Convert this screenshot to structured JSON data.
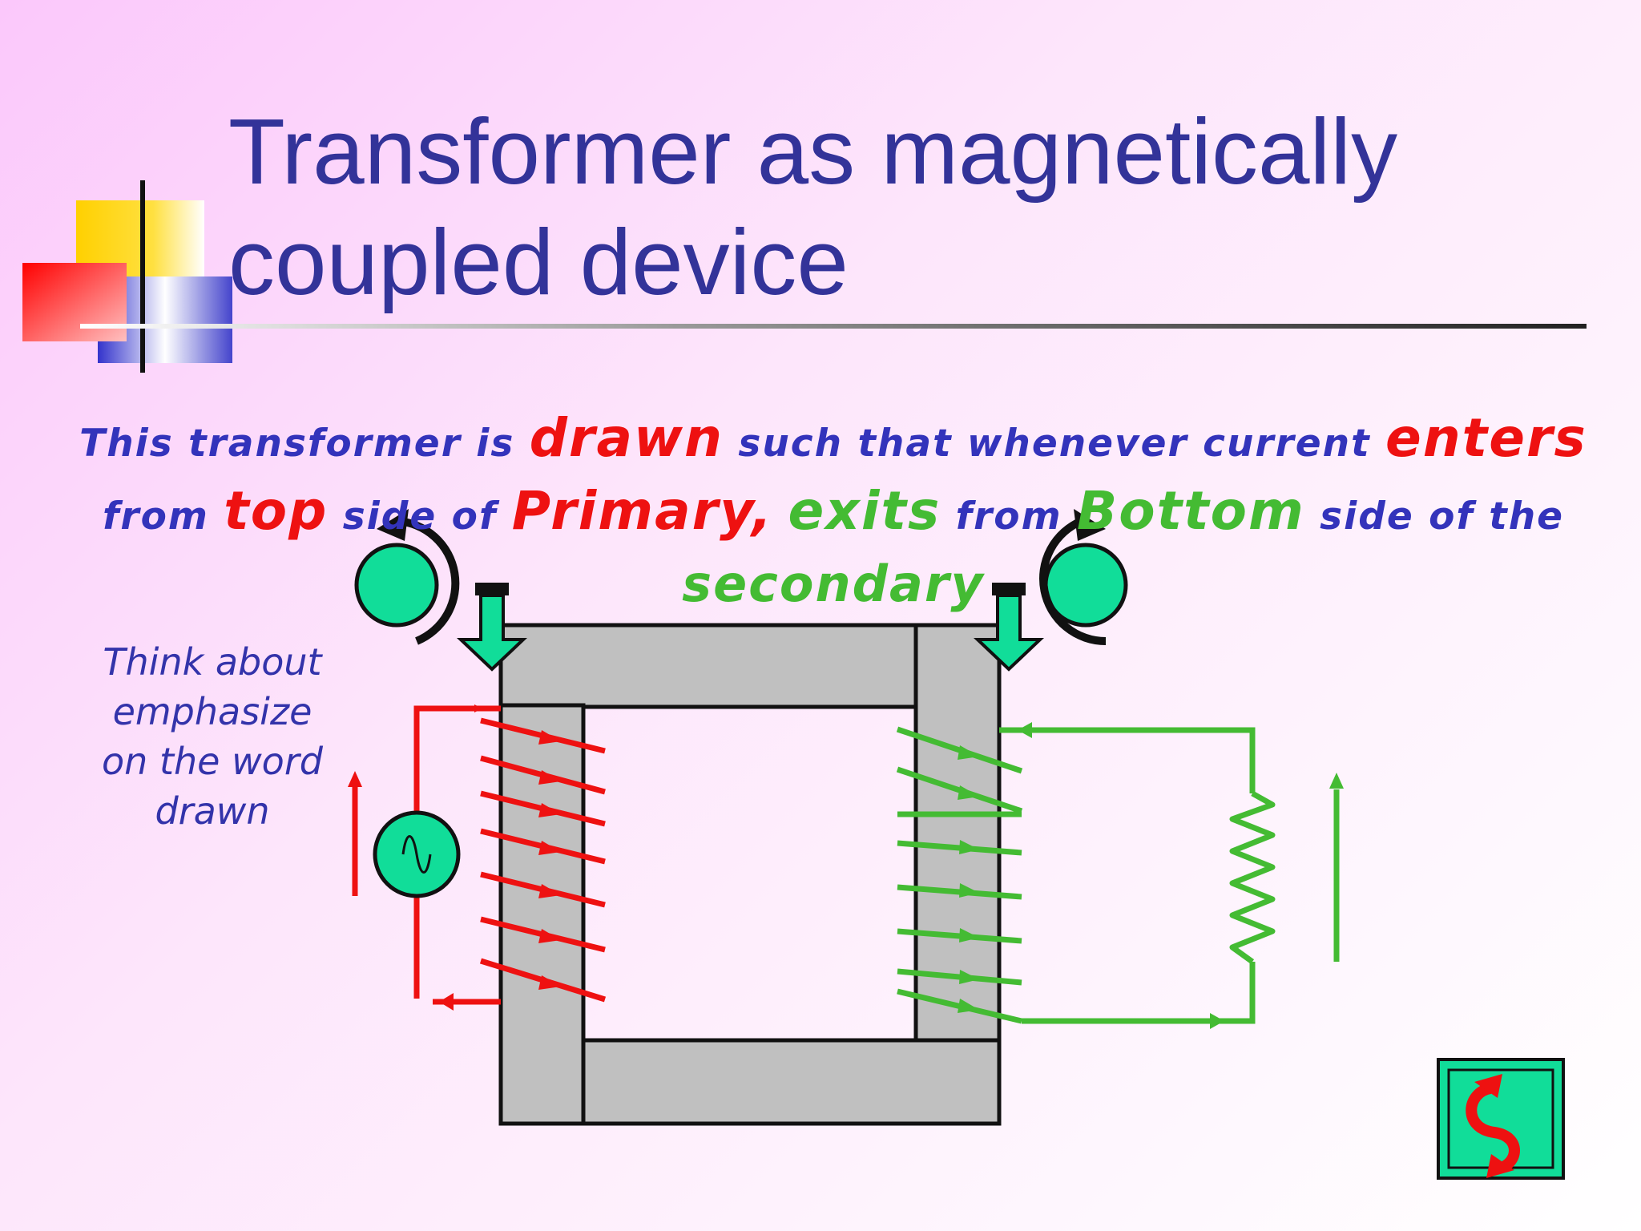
{
  "title": {
    "line1": "Transformer as magnetically",
    "line2": "coupled device"
  },
  "statement": {
    "p1": "This transformer is ",
    "w_drawn": "drawn",
    "p2": " such that whenever current ",
    "w_enters": "enters",
    "p3": " from ",
    "w_top": "top",
    "p4": " side of ",
    "w_primary": "Primary,",
    "p5": " ",
    "w_exits": "exits",
    "p6": " from ",
    "w_bottom": "Bottom",
    "p7": " side of the ",
    "w_secondary": "secondary"
  },
  "note": {
    "line1": "Think about",
    "line2": "emphasize",
    "line3": "on the word",
    "line4": "drawn"
  },
  "colors": {
    "title": "#333399",
    "primary_winding": "#ee1111",
    "secondary_winding": "#44bb33",
    "core": "#c0c0c0",
    "marker": "#11dd99"
  },
  "icons": {
    "source": "ac-source-icon",
    "load": "resistor-icon",
    "nav": "return-button-icon"
  }
}
